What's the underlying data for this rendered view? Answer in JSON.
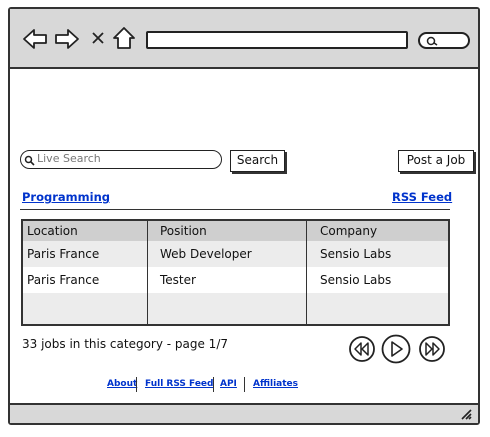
{
  "search": {
    "placeholder": "Live Search"
  },
  "buttons": {
    "search": "Search",
    "post_job": "Post a Job"
  },
  "links": {
    "category": "Programming",
    "rss": "RSS Feed"
  },
  "table": {
    "columns": [
      "Location",
      "Position",
      "Company"
    ],
    "rows": [
      [
        "Paris France",
        "Web Developer",
        "Sensio Labs"
      ],
      [
        "Paris France",
        "Tester",
        "Sensio Labs"
      ]
    ]
  },
  "summary": "33 jobs in this category - page 1/7",
  "footer": {
    "links": [
      "About",
      "Full RSS Feed",
      "API",
      "Affiliates"
    ]
  },
  "icons": {
    "back": "arrow-left-icon",
    "forward": "arrow-right-icon",
    "stop": "close-icon",
    "home": "home-icon",
    "search": "search-icon",
    "first": "rewind-icon",
    "play": "play-icon",
    "next": "fast-forward-icon",
    "resize": "resize-grip-icon"
  }
}
